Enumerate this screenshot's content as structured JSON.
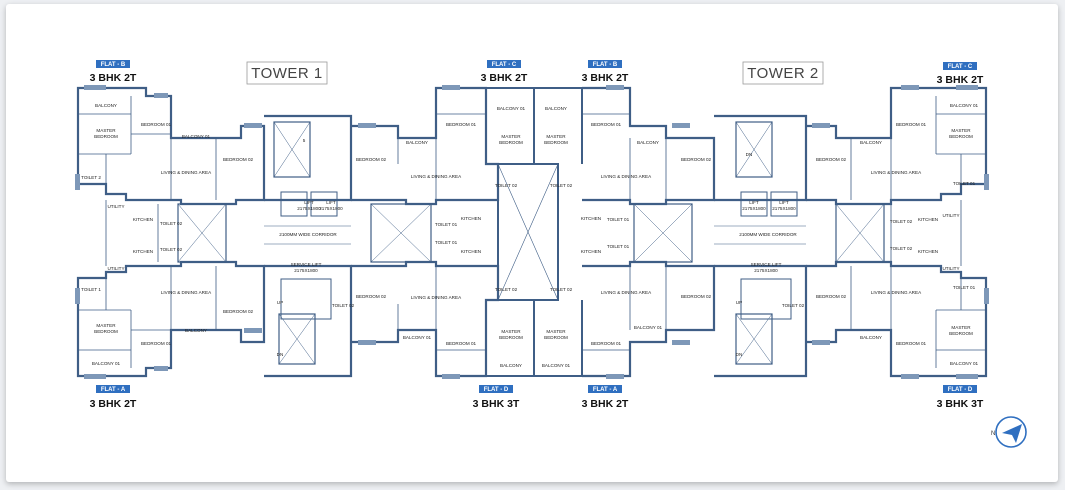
{
  "towers": [
    "TOWER 1",
    "TOWER 2"
  ],
  "flat_labels": {
    "t1_left_top": {
      "tag": "FLAT - B",
      "type": "3 BHK 2T"
    },
    "t1_right_top": {
      "tag": "FLAT - C",
      "type": "3 BHK 2T"
    },
    "t1_left_bottom": {
      "tag": "FLAT - A",
      "type": "3 BHK 2T"
    },
    "t1_right_bottom": {
      "tag": "FLAT - D",
      "type": "3 BHK 3T"
    },
    "t2_left_top": {
      "tag": "FLAT - B",
      "type": "3 BHK 2T"
    },
    "t2_right_top": {
      "tag": "FLAT - C",
      "type": "3 BHK 2T"
    },
    "t2_left_bottom": {
      "tag": "FLAT - A",
      "type": "3 BHK 2T"
    },
    "t2_right_bottom": {
      "tag": "FLAT - D",
      "type": "3 BHK 3T"
    }
  },
  "rooms": {
    "balcony": "BALCONY",
    "balcony01": "BALCONY 01",
    "master": "MASTER",
    "bedroom": "BEDROOM",
    "bedroom01": "BEDROOM 01",
    "bedroom02": "BEDROOM 02",
    "living": "LIVING  & DINING AREA",
    "kitchen": "KITCHEN",
    "toilet01": "TOILET 01",
    "toilet02": "TOILET 02",
    "toilet1": "TOILET 1",
    "toilet2": "TOILET 2",
    "utility": "UTILITY",
    "corridor": "2100MM WIDE CORRIDOR",
    "lift": "LIFT",
    "lift_size": "2175X1800",
    "service_lift": "SERVICE LIFT",
    "up": "UP",
    "dn": "DN",
    "five": "5"
  },
  "compass": {
    "letter": "N"
  },
  "colors": {
    "wall": "#3f5e86",
    "wall_fill": "#7e98b8",
    "tag_bg": "#2f6fc0",
    "compass": "#2f6fc0"
  }
}
